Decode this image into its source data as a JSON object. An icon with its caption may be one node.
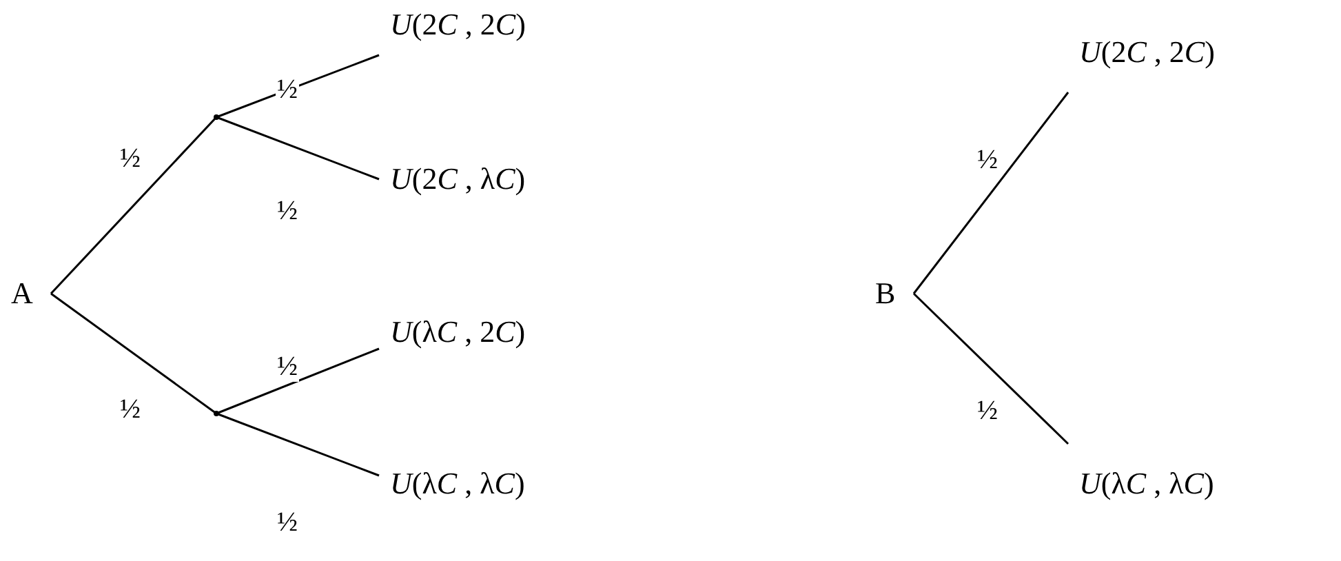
{
  "diagram": {
    "nodes": [
      {
        "text": [
          "A"
        ]
      },
      {
        "text": [],
        "shape": "point"
      },
      {
        "text": [],
        "shape": "point"
      },
      {
        "text": [
          "U(2C , 2C)"
        ]
      },
      {
        "text": [
          "U(2C , λC)"
        ]
      },
      {
        "text": [
          "U(λC , 2C)"
        ]
      },
      {
        "text": [
          "U(λC , λC)"
        ]
      },
      {
        "text": [
          "B"
        ]
      },
      {
        "text": [
          "U(2C , 2C)"
        ]
      },
      {
        "text": [
          "U(λC , λC)"
        ]
      }
    ],
    "edges": [
      {
        "from": 0,
        "to": 1,
        "arrow": "none",
        "label": "½"
      },
      {
        "from": 0,
        "to": 2,
        "arrow": "none",
        "label": "½"
      },
      {
        "from": 1,
        "to": 3,
        "arrow": "none",
        "label": "½"
      },
      {
        "from": 1,
        "to": 4,
        "arrow": "none",
        "label": "½"
      },
      {
        "from": 2,
        "to": 5,
        "arrow": "none",
        "label": "½"
      },
      {
        "from": 2,
        "to": 6,
        "arrow": "none",
        "label": "½"
      },
      {
        "from": 7,
        "to": 8,
        "arrow": "none",
        "label": "½"
      },
      {
        "from": 7,
        "to": 9,
        "arrow": "none",
        "label": "½"
      }
    ]
  }
}
